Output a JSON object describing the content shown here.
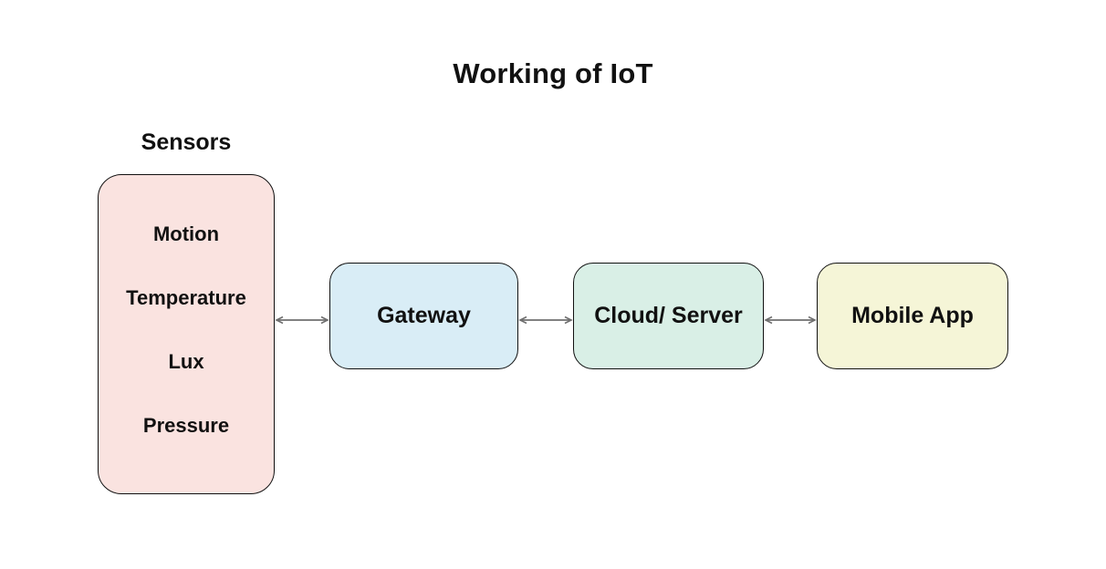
{
  "title": "Working of IoT",
  "sensors": {
    "label": "Sensors",
    "items": [
      "Motion",
      "Temperature",
      "Lux",
      "Pressure"
    ]
  },
  "nodes": [
    {
      "id": "gateway",
      "label": "Gateway"
    },
    {
      "id": "cloud-server",
      "label": "Cloud/ Server"
    },
    {
      "id": "mobile-app",
      "label": "Mobile App"
    }
  ],
  "connections": [
    {
      "from": "sensors",
      "to": "gateway",
      "style": "double-headed-arrow"
    },
    {
      "from": "gateway",
      "to": "cloud-server",
      "style": "double-headed-arrow"
    },
    {
      "from": "cloud-server",
      "to": "mobile-app",
      "style": "double-headed-arrow"
    }
  ],
  "colors": {
    "background": "#ffffff",
    "sensors_fill": "#fae3e0",
    "gateway_fill": "#d9edf6",
    "cloud_server_fill": "#d9efe6",
    "mobile_app_fill": "#f5f5d7",
    "node_border": "#111111",
    "arrow": "#6f6f6f",
    "text": "#111111"
  }
}
